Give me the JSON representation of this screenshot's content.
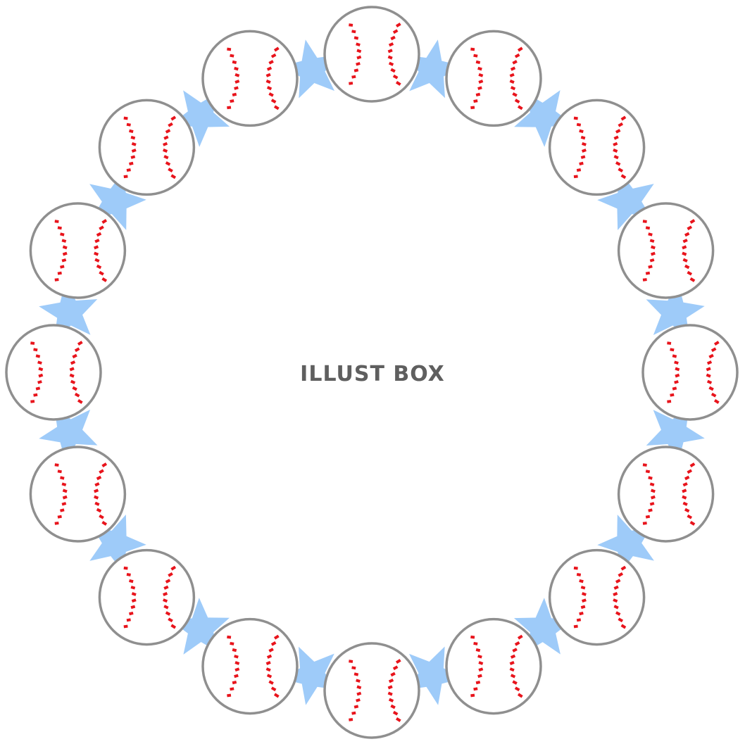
{
  "illustration": {
    "watermark": "ILLUST BOX",
    "baseball_count": 16,
    "star_count": 16,
    "colors": {
      "background": "#ffffff",
      "ball_fill": "#ffffff",
      "ball_outline": "#8f8f8f",
      "stitch": "#e8141c",
      "star": "#9ecbf9",
      "watermark": "#5f5f5f"
    },
    "icons": [
      "baseball-icon",
      "star-icon"
    ]
  }
}
